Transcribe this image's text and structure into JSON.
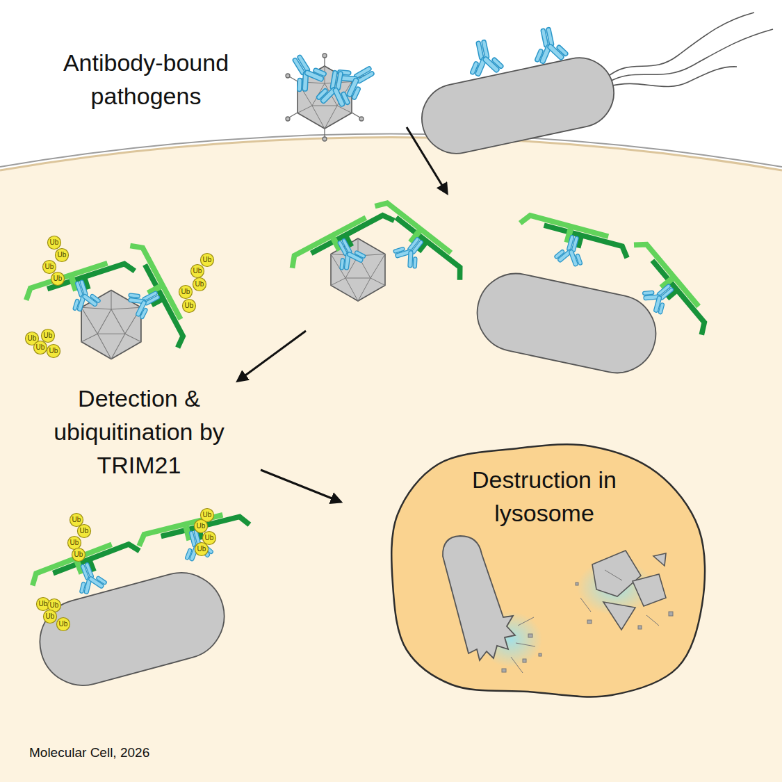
{
  "diagram": {
    "nodes": [
      {
        "text": [
          "Ub"
        ]
      },
      {
        "text": [
          "Ub"
        ]
      },
      {
        "text": [
          "Ub"
        ]
      },
      {
        "text": [
          "Ub"
        ]
      },
      {
        "text": [
          "Ub"
        ]
      },
      {
        "text": [
          "Ub"
        ]
      },
      {
        "text": [
          "Ub"
        ]
      },
      {
        "text": [
          "Ub"
        ]
      },
      {
        "text": [
          "Ub"
        ]
      },
      {
        "text": [
          "Ub"
        ]
      },
      {
        "text": [
          "Ub"
        ]
      },
      {
        "text": [
          "Ub"
        ]
      },
      {
        "text": [
          "Ub"
        ]
      },
      {
        "text": [
          "Destruction in lysosome"
        ]
      },
      {
        "text": [
          "Ub"
        ]
      },
      {
        "text": [
          "Ub"
        ]
      },
      {
        "text": [
          "Ub"
        ]
      },
      {
        "text": [
          "Ub"
        ]
      },
      {
        "text": [
          "Ub"
        ]
      },
      {
        "text": [
          "Ub"
        ]
      },
      {
        "text": [
          "Ub"
        ]
      },
      {
        "text": [
          "Ub"
        ]
      },
      {
        "text": [
          "Ub"
        ]
      },
      {
        "text": [
          "Ub"
        ]
      },
      {
        "text": [
          "Ub"
        ]
      },
      {
        "text": [
          "Ub"
        ]
      }
    ],
    "labels": [
      "Antibody-bound pathogens",
      "Detection & ubiquitination by TRIM21",
      "Molecular Cell, 2026"
    ]
  }
}
